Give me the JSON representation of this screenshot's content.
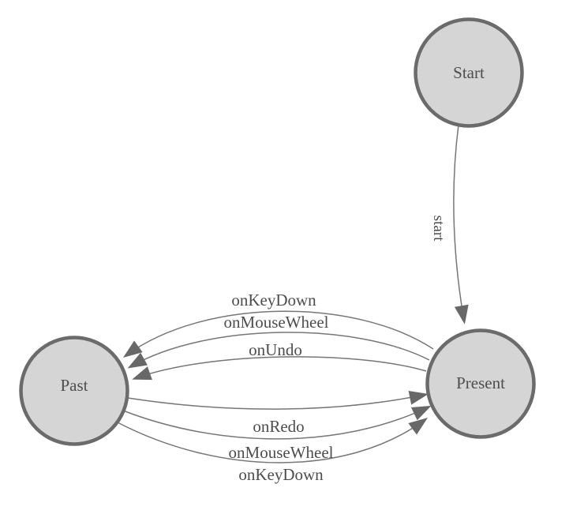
{
  "diagram": {
    "kind": "finite-state-machine",
    "canvas_bg": "#ffffff"
  },
  "colors": {
    "canvas-bg": "#ffffff",
    "node-fill": "#d5d5d5",
    "node-stroke": "#6b6b6b",
    "edge-stroke": "#767676",
    "arrow-fill": "#686868",
    "label-color": "#4d4d4d"
  },
  "nodes": [
    {
      "id": "start",
      "label": "Start"
    },
    {
      "id": "past",
      "label": "Past"
    },
    {
      "id": "present",
      "label": "Present"
    }
  ],
  "edges": [
    {
      "from": "Start",
      "to": "Present",
      "label": "start"
    },
    {
      "from": "Present",
      "to": "Past",
      "label": "onKeyDown"
    },
    {
      "from": "Present",
      "to": "Past",
      "label": "onMouseWheel"
    },
    {
      "from": "Present",
      "to": "Past",
      "label": "onUndo"
    },
    {
      "from": "Past",
      "to": "Present",
      "label": "onRedo"
    },
    {
      "from": "Past",
      "to": "Present",
      "label": "onMouseWheel"
    },
    {
      "from": "Past",
      "to": "Present",
      "label": "onKeyDown"
    }
  ]
}
